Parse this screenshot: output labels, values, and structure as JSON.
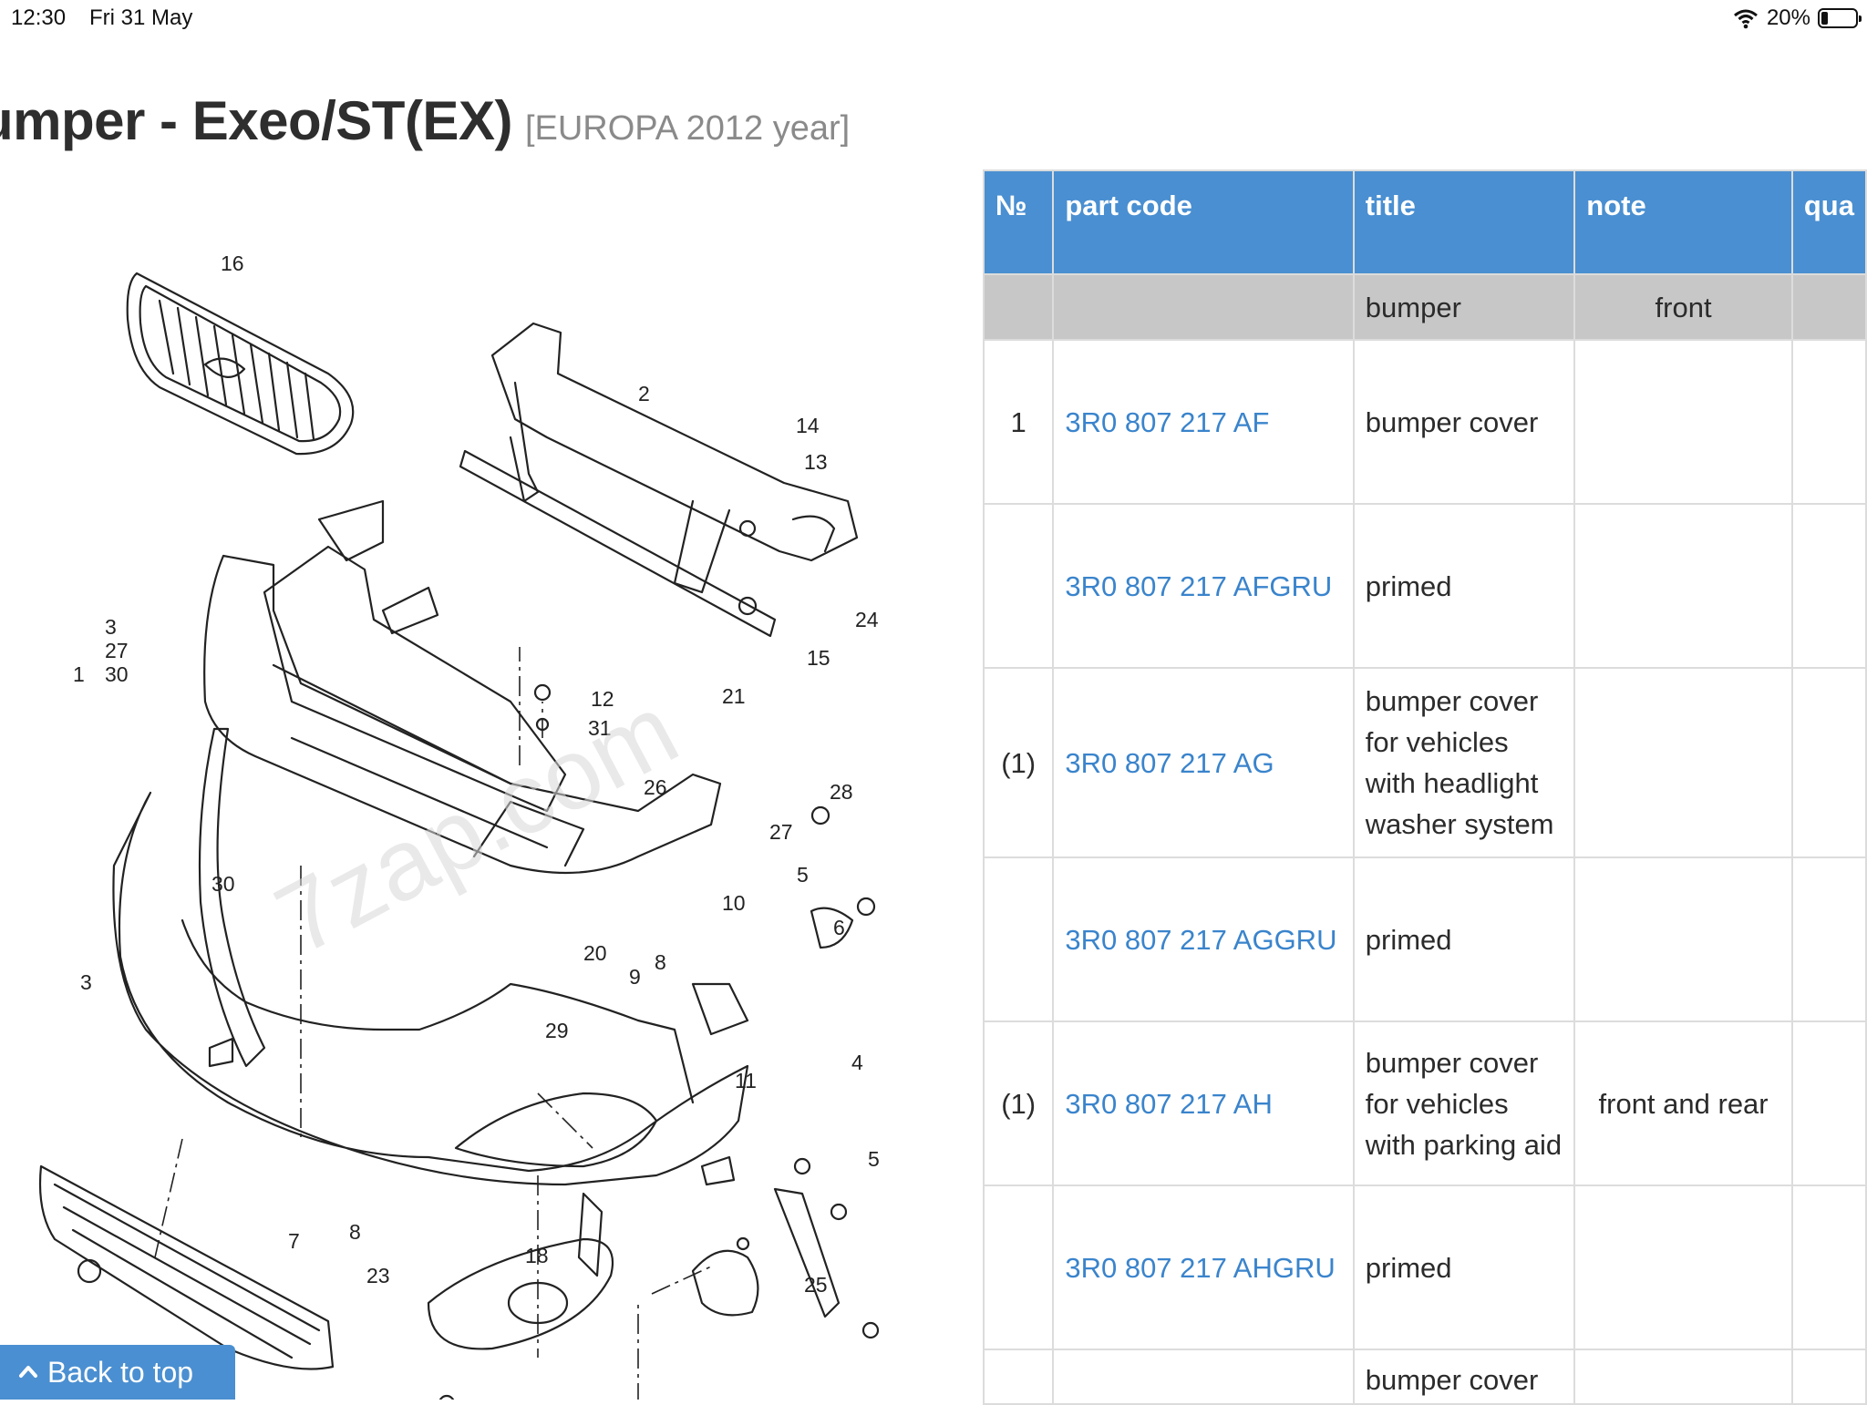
{
  "status_bar": {
    "time": "12:30",
    "date": "Fri 31 May",
    "battery_text": "20%",
    "battery_level": 0.2
  },
  "header": {
    "title": "umper - Exeo/ST(EX)",
    "subtitle": "[EUROPA 2012 year]"
  },
  "diagram": {
    "watermark": "7zap.com",
    "callouts": [
      "16",
      "2",
      "14",
      "13",
      "3",
      "27",
      "30",
      "1",
      "24",
      "15",
      "12",
      "31",
      "21",
      "28",
      "26",
      "27",
      "5",
      "10",
      "30",
      "6",
      "20",
      "8",
      "9",
      "3",
      "29",
      "4",
      "11",
      "5",
      "7",
      "8",
      "23",
      "18",
      "25"
    ]
  },
  "table": {
    "headers": {
      "no": "№",
      "part_code": "part code",
      "title": "title",
      "note": "note",
      "qty": "qua"
    },
    "group": {
      "title": "bumper",
      "note": "front"
    },
    "rows": [
      {
        "no": "1",
        "code": "3R0 807 217 AF",
        "title": "bumper cover",
        "note": ""
      },
      {
        "no": "",
        "code": "3R0 807 217 AFGRU",
        "title": "primed",
        "note": ""
      },
      {
        "no": "(1)",
        "code": "3R0 807 217 AG",
        "title_lines": [
          "bumper cover",
          "for vehicles",
          "with headlight",
          "washer system"
        ],
        "note": ""
      },
      {
        "no": "",
        "code": "3R0 807 217 AGGRU",
        "title": "primed",
        "note": ""
      },
      {
        "no": "(1)",
        "code": "3R0 807 217 AH",
        "title_lines": [
          "bumper cover",
          "for vehicles",
          "with parking aid"
        ],
        "note": "front and rear"
      },
      {
        "no": "",
        "code": "3R0 807 217 AHGRU",
        "title": "primed",
        "note": ""
      },
      {
        "no": "",
        "code": "",
        "title": "bumper cover",
        "note": ""
      }
    ]
  },
  "back_to_top": {
    "label": "Back to top"
  },
  "colors": {
    "accent": "#4a8fd1",
    "link": "#3a84cc",
    "group_bg": "#c7c7c7",
    "grid": "#dcdcdc"
  }
}
